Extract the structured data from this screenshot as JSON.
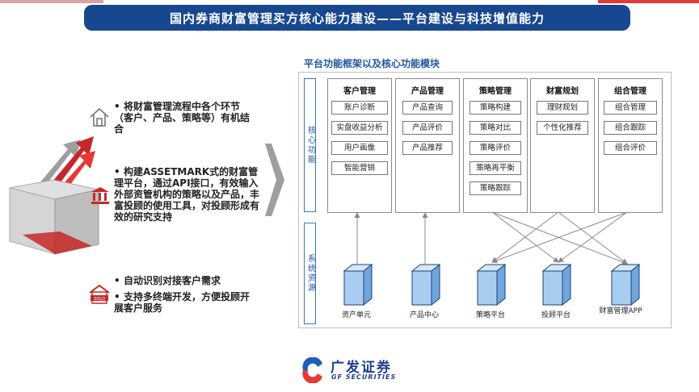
{
  "title": "国内券商财富管理买方核心能力建设——平台建设与科技增值能力",
  "bullets": [
    {
      "icon": "house-outline-icon",
      "text": "将财富管理流程中各个环节（客户、产品、策略等）有机结合"
    },
    {
      "icon": "bank-building-icon",
      "text": "构建ASSETMARK式的财富管理平台，通过API接口，有效输入外部资管机构的策略以及产品，丰富投顾的使用工具，对投顾形成有效的研究支持"
    },
    {
      "icon": "sold-house-icon",
      "text": "自动识别对接客户需求"
    },
    {
      "icon": "",
      "text": "支持多终端开发，方便投顾开展客户服务"
    }
  ],
  "diagram": {
    "title": "平台功能框架以及核心功能模块",
    "core_label": "核心功能",
    "system_label": "系统资源",
    "columns": [
      {
        "header": "客户管理",
        "items": [
          "账户诊断",
          "实盘收益分析",
          "用户画像",
          "智能营销"
        ]
      },
      {
        "header": "产品管理",
        "items": [
          "产品查询",
          "产品评价",
          "产品推荐"
        ]
      },
      {
        "header": "策略管理",
        "items": [
          "策略构建",
          "策略对比",
          "策略评价",
          "策略再平衡",
          "策略跟踪"
        ]
      },
      {
        "header": "财富规划",
        "items": [
          "理财规划",
          "个性化推荐"
        ]
      },
      {
        "header": "组合管理",
        "items": [
          "组合管理",
          "组合跟踪",
          "组合评价"
        ]
      }
    ],
    "systems": [
      "资产单元",
      "产品中心",
      "策略平台",
      "投顾平台",
      "财富管理APP"
    ]
  },
  "logo": {
    "cn": "广发证券",
    "en": "GF SECURITIES"
  },
  "colors": {
    "brand_blue": "#17478f",
    "accent_red": "#e53935",
    "cube_blue": "#a9cdf0"
  }
}
